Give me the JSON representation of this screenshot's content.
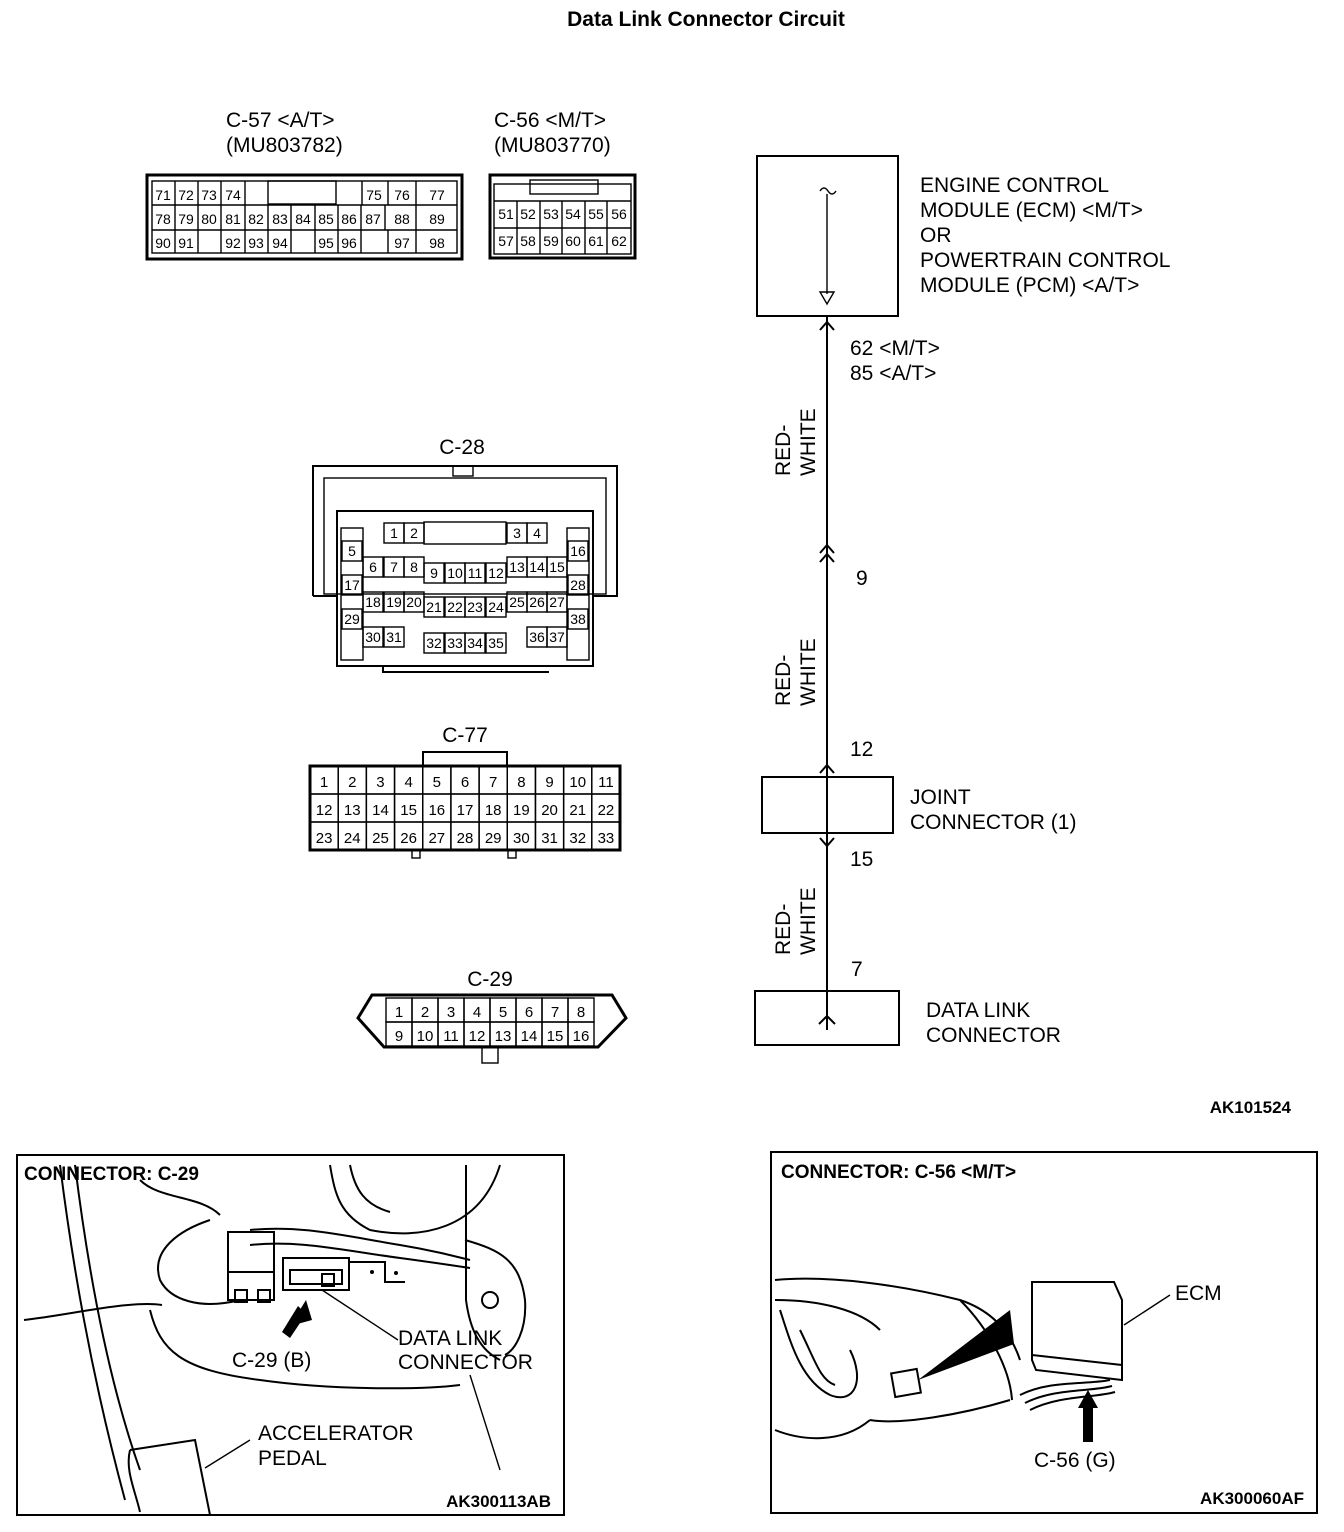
{
  "title": "Data Link Connector Circuit",
  "c57": {
    "name": "C-57 <A/T>",
    "part": "(MU803782)",
    "row1": [
      "71",
      "72",
      "73",
      "74",
      "75",
      "76",
      "77"
    ],
    "row2": [
      "78",
      "79",
      "80",
      "81",
      "82",
      "83",
      "84",
      "85",
      "86",
      "87",
      "88",
      "89"
    ],
    "row3": [
      "90",
      "91",
      "92",
      "93",
      "94",
      "95",
      "96",
      "97",
      "98"
    ]
  },
  "c56": {
    "name": "C-56 <M/T>",
    "part": "(MU803770)",
    "row1": [
      "51",
      "52",
      "53",
      "54",
      "55",
      "56"
    ],
    "row2": [
      "57",
      "58",
      "59",
      "60",
      "61",
      "62"
    ]
  },
  "c28": {
    "name": "C-28",
    "pins": [
      "1",
      "2",
      "3",
      "4",
      "5",
      "6",
      "7",
      "8",
      "9",
      "10",
      "11",
      "12",
      "13",
      "14",
      "15",
      "16",
      "17",
      "18",
      "19",
      "20",
      "21",
      "22",
      "23",
      "24",
      "25",
      "26",
      "27",
      "28",
      "29",
      "30",
      "31",
      "32",
      "33",
      "34",
      "35",
      "36",
      "37",
      "38"
    ]
  },
  "c77": {
    "name": "C-77",
    "row1": [
      "1",
      "2",
      "3",
      "4",
      "5",
      "6",
      "7",
      "8",
      "9",
      "10",
      "11"
    ],
    "row2": [
      "12",
      "13",
      "14",
      "15",
      "16",
      "17",
      "18",
      "19",
      "20",
      "21",
      "22"
    ],
    "row3": [
      "23",
      "24",
      "25",
      "26",
      "27",
      "28",
      "29",
      "30",
      "31",
      "32",
      "33"
    ]
  },
  "c29": {
    "name": "C-29",
    "row1": [
      "1",
      "2",
      "3",
      "4",
      "5",
      "6",
      "7",
      "8"
    ],
    "row2": [
      "9",
      "10",
      "11",
      "12",
      "13",
      "14",
      "15",
      "16"
    ]
  },
  "circuit": {
    "ecm_lines": [
      "ENGINE CONTROL",
      "MODULE (ECM) <M/T>",
      "OR",
      "POWERTRAIN CONTROL",
      "MODULE (PCM) <A/T>"
    ],
    "pin_ecm_mt": "62 <M/T>",
    "pin_ecm_at": "85 <A/T>",
    "wire_color_1": "RED-",
    "wire_color_2": "WHITE",
    "pin_9": "9",
    "pin_12": "12",
    "pin_15": "15",
    "pin_7": "7",
    "joint_lines": [
      "JOINT",
      "CONNECTOR (1)"
    ],
    "dlc_lines": [
      "DATA LINK",
      "CONNECTOR"
    ],
    "figure_id": "AK101524"
  },
  "panel_left": {
    "heading": "CONNECTOR: C-29",
    "callout_c29b": "C-29 (B)",
    "callout_dlc_1": "DATA  LINK",
    "callout_dlc_2": "CONNECTOR",
    "callout_pedal_1": "ACCELERATOR",
    "callout_pedal_2": "PEDAL",
    "figure_id": "AK300113AB"
  },
  "panel_right": {
    "heading": "CONNECTOR: C-56 <M/T>",
    "callout_ecm": "ECM",
    "callout_c56g": "C-56 (G)",
    "figure_id": "AK300060AF"
  }
}
